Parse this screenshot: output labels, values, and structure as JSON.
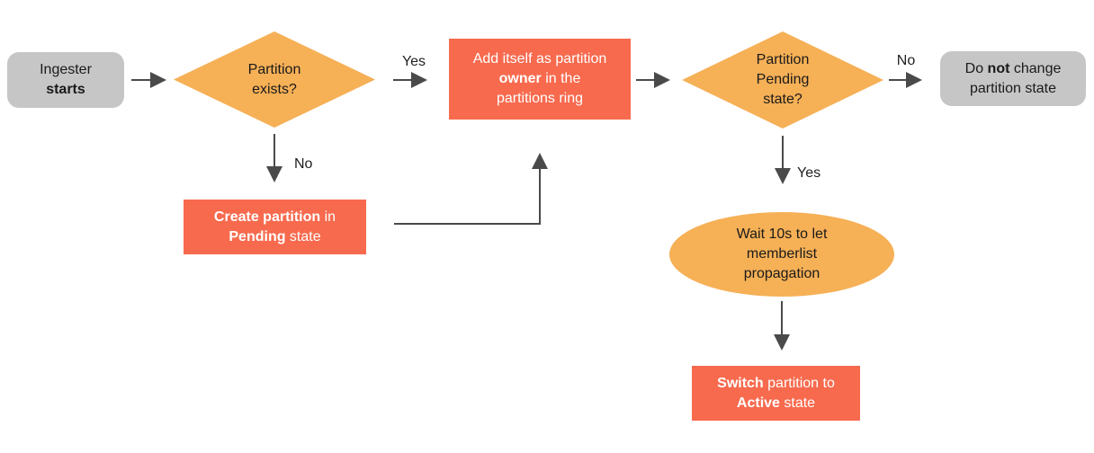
{
  "palette": {
    "node_gray": "#c6c6c6",
    "node_orange": "#f6b056",
    "node_red": "#f76a4e",
    "arrow": "#4a4a4a",
    "text_dark": "#1a1a1a",
    "text_light": "#ffffff"
  },
  "nodes": {
    "start": {
      "line1": "Ingester",
      "line2_bold": "starts"
    },
    "partition_exists": {
      "line1": "Partition",
      "line2": "exists?"
    },
    "add_owner": {
      "line1": "Add itself as partition",
      "line2_bold": "owner",
      "line2_rest": " in the",
      "line3": "partitions ring"
    },
    "create_partition": {
      "line1_bold": "Create partition",
      "line1_rest": " in",
      "line2_bold": "Pending",
      "line2_rest": " state"
    },
    "partition_pending": {
      "line1": "Partition",
      "line2": "Pending",
      "line3": "state?"
    },
    "no_change": {
      "line1_pre": "Do ",
      "line1_bold": "not",
      "line1_rest": " change",
      "line2": "partition state"
    },
    "wait": {
      "line1": "Wait 10s to let",
      "line2": "memberlist",
      "line3": "propagation"
    },
    "switch_active": {
      "line1_bold": "Switch",
      "line1_rest": " partition to",
      "line2_bold": "Active",
      "line2_rest": " state"
    }
  },
  "edge_labels": {
    "exists_yes": "Yes",
    "exists_no": "No",
    "pending_no": "No",
    "pending_yes": "Yes"
  }
}
